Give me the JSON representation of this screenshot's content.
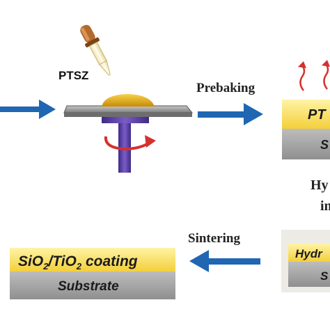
{
  "labels": {
    "ptsz": "PTSZ",
    "prebaking": "Prebaking",
    "sintering": "Sintering",
    "hydro_line1": "Hy",
    "hydro_line2": "in",
    "pt_layer": "PT",
    "s_top": "S",
    "hydr_layer": "Hydr",
    "s_bottom": "S",
    "coating_sio": "SiO",
    "coating_sub1": "2",
    "coating_mid": "/TiO",
    "coating_sub2": "2",
    "coating_end": " coating",
    "substrate": "Substrate"
  },
  "colors": {
    "arrow": "#1f66b3",
    "coating": "#f9e36b",
    "substrate": "#a9a9a9",
    "rotation_arrow": "#d5312c",
    "heat_arrow": "#d5312c",
    "shaft": "#5b3ea6",
    "droplet": "#e0b417",
    "dropper_bulb": "#b46a2c"
  }
}
